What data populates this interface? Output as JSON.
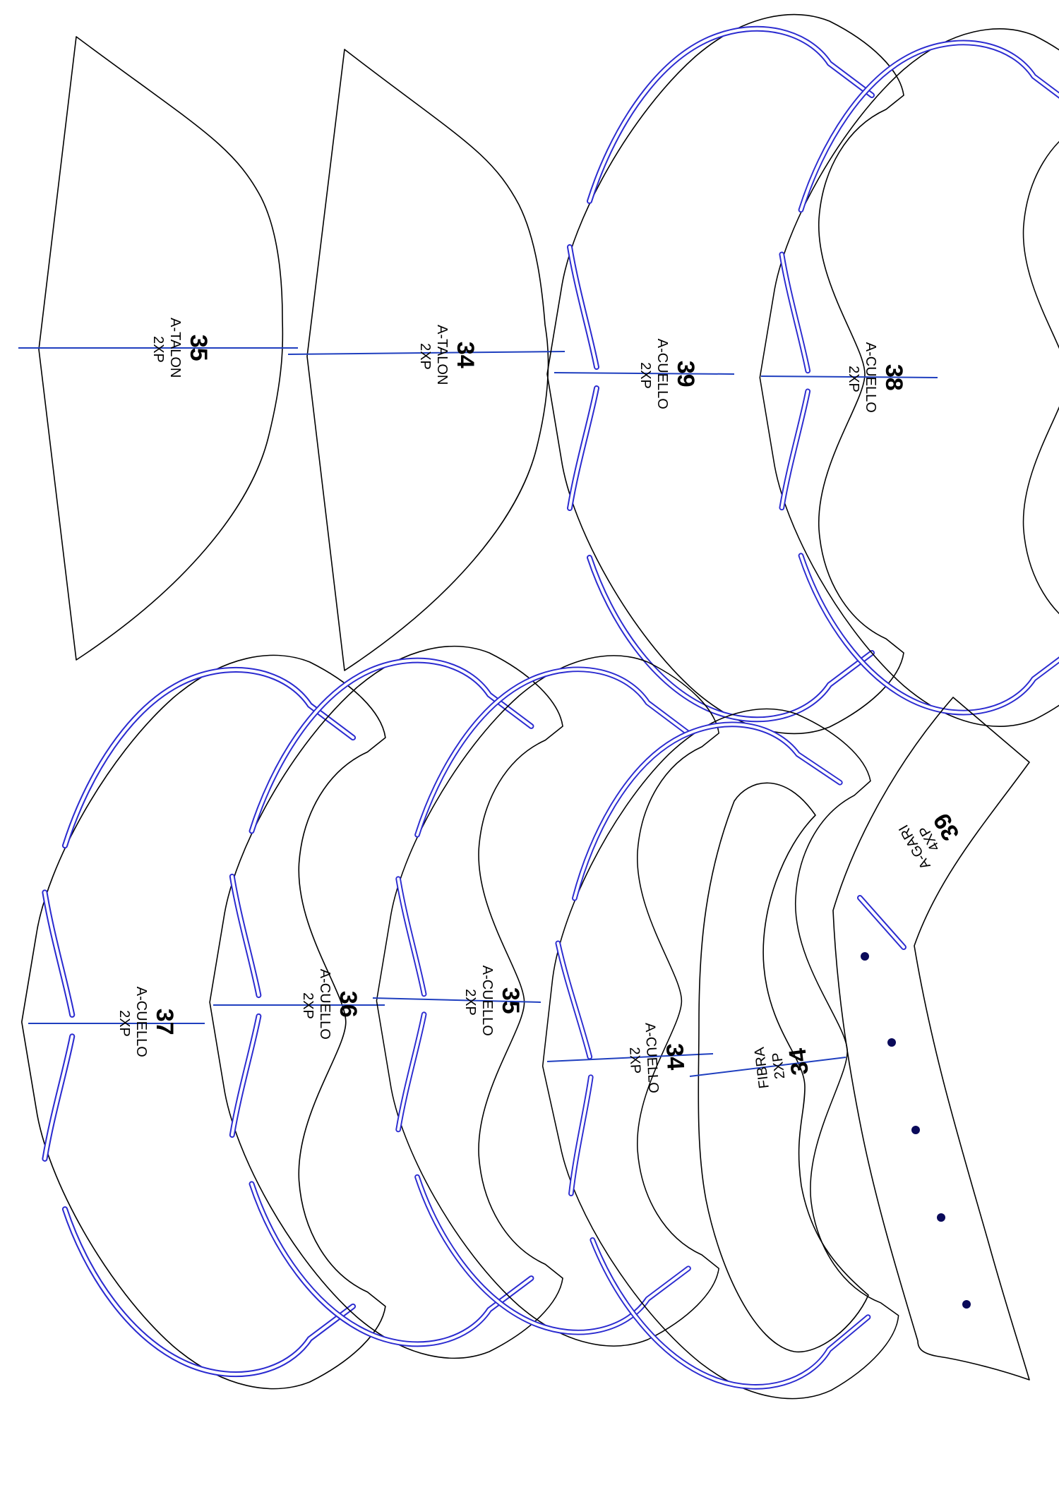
{
  "pieces": [
    {
      "size": "35",
      "name": "A-TALON",
      "qty": "2XP"
    },
    {
      "size": "34",
      "name": "A-TALON",
      "qty": "2XP"
    },
    {
      "size": "39",
      "name": "A-CUELLO",
      "qty": "2XP"
    },
    {
      "size": "38",
      "name": "A-CUELLO",
      "qty": "2XP"
    },
    {
      "size": "37",
      "name": "A-CUELLO",
      "qty": "2XP"
    },
    {
      "size": "36",
      "name": "A-CUELLO",
      "qty": "2XP"
    },
    {
      "size": "35",
      "name": "A-CUELLO",
      "qty": "2XP"
    },
    {
      "size": "34",
      "name": "A-CUELLO",
      "qty": "2XP"
    },
    {
      "size": "34",
      "name": "FIBRA",
      "qty": "2XP"
    },
    {
      "size": "39",
      "name": "A-GARI",
      "qty": "4XP"
    }
  ],
  "colors": {
    "outline": "#000000",
    "marking": "#2b2bd0"
  }
}
